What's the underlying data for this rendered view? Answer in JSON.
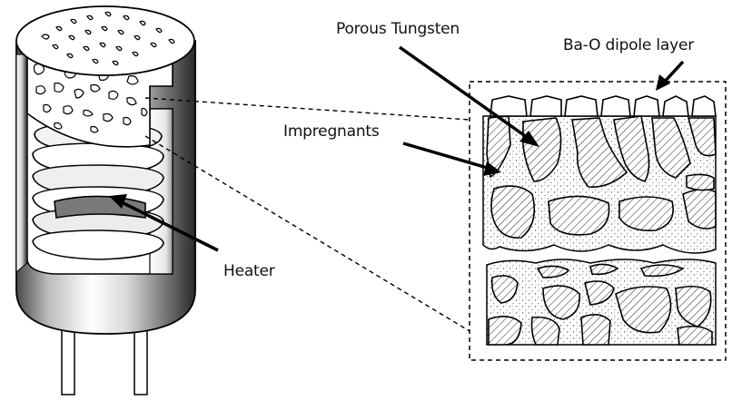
{
  "labels": {
    "porous_tungsten": "Porous Tungsten",
    "dipole_layer": "Ba-O dipole layer",
    "impregnants": "Impregnants",
    "heater": "Heater"
  },
  "colors": {
    "stroke": "#000000",
    "background": "#ffffff",
    "metal_dark": "#3a3a3a",
    "metal_light": "#ffffff"
  }
}
